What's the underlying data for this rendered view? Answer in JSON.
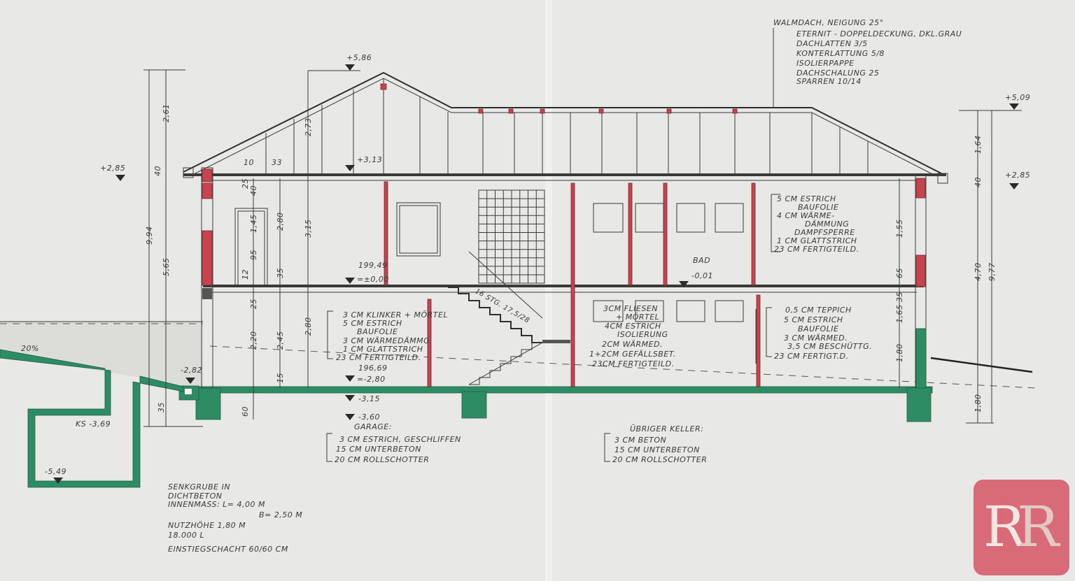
{
  "roof_spec": {
    "title": "WALMDACH, NEIGUNG 25°",
    "items": [
      "ETERNIT - DOPPELDECKUNG, DKL.GRAU",
      "DACHLATTEN 3/5",
      "KONTERLATTUNG 5/8",
      "ISOLIERPAPPE",
      "DACHSCHALUNG 25",
      "SPARREN 10/14"
    ]
  },
  "upper_floor_spec": [
    "5 CM ESTRICH",
    "BAUFOLIE",
    "4 CM WÄRME-",
    "DÄMMUNG",
    "DAMPFSPERRE",
    "1 CM GLATTSTRICH",
    "23 CM FERTIGTEILD."
  ],
  "lower_right_spec": [
    "0,5 CM TEPPICH",
    "5 CM ESTRICH",
    "BAUFOLIE",
    "3 CM WÄRMED.",
    "3,5 CM BESCHÜTTG.",
    "23 CM FERTIGT.D."
  ],
  "bad": {
    "room": "BAD",
    "level": "-0,01",
    "items": [
      "3CM FLIESEN",
      "+ MÖRTEL",
      "4CM ESTRICH",
      "ISOLIERUNG",
      "2CM WÄRMED.",
      "1+2CM GEFÄLLSBET.",
      "23CM FERTIGTEILD."
    ]
  },
  "ground_floor_spec": [
    "3 CM KLINKER + MÖRTEL",
    "5 CM ESTRICH",
    "BAUFOLIE",
    "3 CM WÄRMEDÄMMG.",
    "1 CM GLATTSTRICH",
    "23 CM FERTIGTEILD."
  ],
  "garage": {
    "title": "GARAGE:",
    "items": [
      "3 CM ESTRICH, GESCHLIFFEN",
      "15 CM UNTERBETON",
      "20 CM ROLLSCHOTTER"
    ]
  },
  "keller": {
    "title": "ÜBRIGER KELLER:",
    "items": [
      "3 CM BETON",
      "15 CM UNTERBETON",
      "20 CM ROLLSCHOTTER"
    ]
  },
  "septic": [
    "SENKGRUBE IN",
    "DICHTBETON",
    "INNENMASS: L= 4,00 M",
    "B= 2,50 M",
    "NUTZHÖHE 1,80 M",
    "18.000 L",
    "EINSTIEGSCHACHT 60/60 CM"
  ],
  "stairs": "16 STG. 17,5/28",
  "levels": {
    "ridge": "+5,86",
    "attic": "+3,13",
    "eave_left": "+2,85",
    "top_right": "+5,09",
    "eave_right": "+2,85",
    "ground_abs": "199,49",
    "ground_rel": "=±0,00",
    "base_abs": "196,69",
    "base_rel": "=-2,80",
    "slab_bottom": "-3,15",
    "gravel_bottom": "-3,60",
    "outside": "-2,82",
    "ks": "KS -3,69",
    "tank_bottom": "-5,49"
  },
  "dims_left": {
    "total": "9,94",
    "lower": "5,65",
    "roof": "2,61",
    "eave": "40",
    "roof_inner": "2,73",
    "storey": "3,15",
    "room": "2,80",
    "window": "1,45",
    "sill": "95",
    "s12": "12",
    "s35": "35",
    "s40": "40",
    "s25a": "25",
    "b220": "2,20",
    "b245": "2,45",
    "b280": "2,80",
    "b25": "25",
    "b15": "15",
    "b10": "10",
    "b33": "33",
    "f60": "60",
    "f35": "35"
  },
  "dims_right": {
    "roof": "1,64",
    "eave": "40",
    "middle": "4,70",
    "total": "9,77",
    "bottom": "1,80",
    "w155": "1,55",
    "w65": "65",
    "w35": "35",
    "w165": "1,65",
    "w180": "1,80"
  },
  "slope": "20%",
  "logo": "RR",
  "colors": {
    "paper": "#e8e8e6",
    "masonry_red": "#c9434f",
    "concrete_green": "#2e8c64",
    "logo": "#d96b78"
  }
}
